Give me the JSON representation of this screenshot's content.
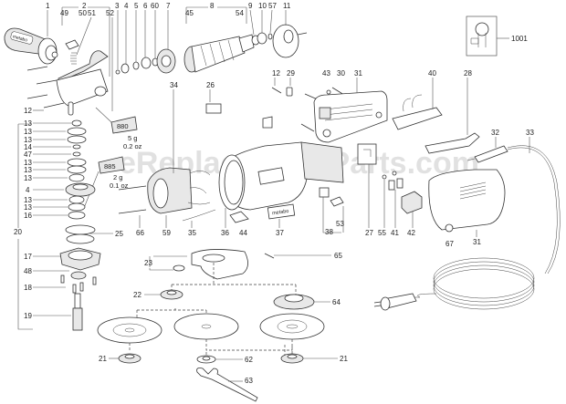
{
  "diagram": {
    "title": "Angle grinder exploded parts diagram",
    "watermark": "eReplacementParts.com",
    "labels": {
      "p1": "1",
      "p2": "2",
      "p49": "49",
      "p50": "50",
      "p51": "51",
      "p52": "52",
      "p3": "3",
      "p4a": "4",
      "p5": "5",
      "p6": "6",
      "p60": "60",
      "p7": "7",
      "p8": "8",
      "p45": "45",
      "p54": "54",
      "p9": "9",
      "p10": "10",
      "p57": "57",
      "p11": "11",
      "p1001": "1001",
      "p34": "34",
      "p26": "26",
      "p12a": "12",
      "p29": "29",
      "p43": "43",
      "p30": "30",
      "p31a": "31",
      "p40": "40",
      "p28": "28",
      "p32": "32",
      "p33": "33",
      "p12b": "12",
      "p13a": "13",
      "p13b": "13",
      "p13c": "13",
      "p14": "14",
      "p47": "47",
      "p13d": "13",
      "p13e": "13",
      "p13f": "13",
      "p4b": "4",
      "p13g": "13",
      "p13h": "13",
      "p16": "16",
      "p20": "20",
      "p25": "25",
      "p17": "17",
      "p48": "48",
      "p18": "18",
      "p19": "19",
      "p66": "66",
      "p59": "59",
      "p35": "35",
      "p36": "36",
      "p44": "44",
      "p37": "37",
      "p53": "53",
      "p38": "38",
      "p27": "27",
      "p55": "55",
      "p41": "41",
      "p42": "42",
      "p67": "67",
      "p31b": "31",
      "p65": "65",
      "p23": "23",
      "p22": "22",
      "p64": "64",
      "p21a": "21",
      "p62": "62",
      "p21b": "21",
      "p63": "63"
    },
    "grease": [
      {
        "code": "880",
        "weight": "5 g",
        "ounces": "0.2 oz"
      },
      {
        "code": "885",
        "weight": "2 g",
        "ounces": "0.1 oz"
      }
    ],
    "brand_marks": {
      "handle": "metabo",
      "plate": "metabo"
    }
  }
}
